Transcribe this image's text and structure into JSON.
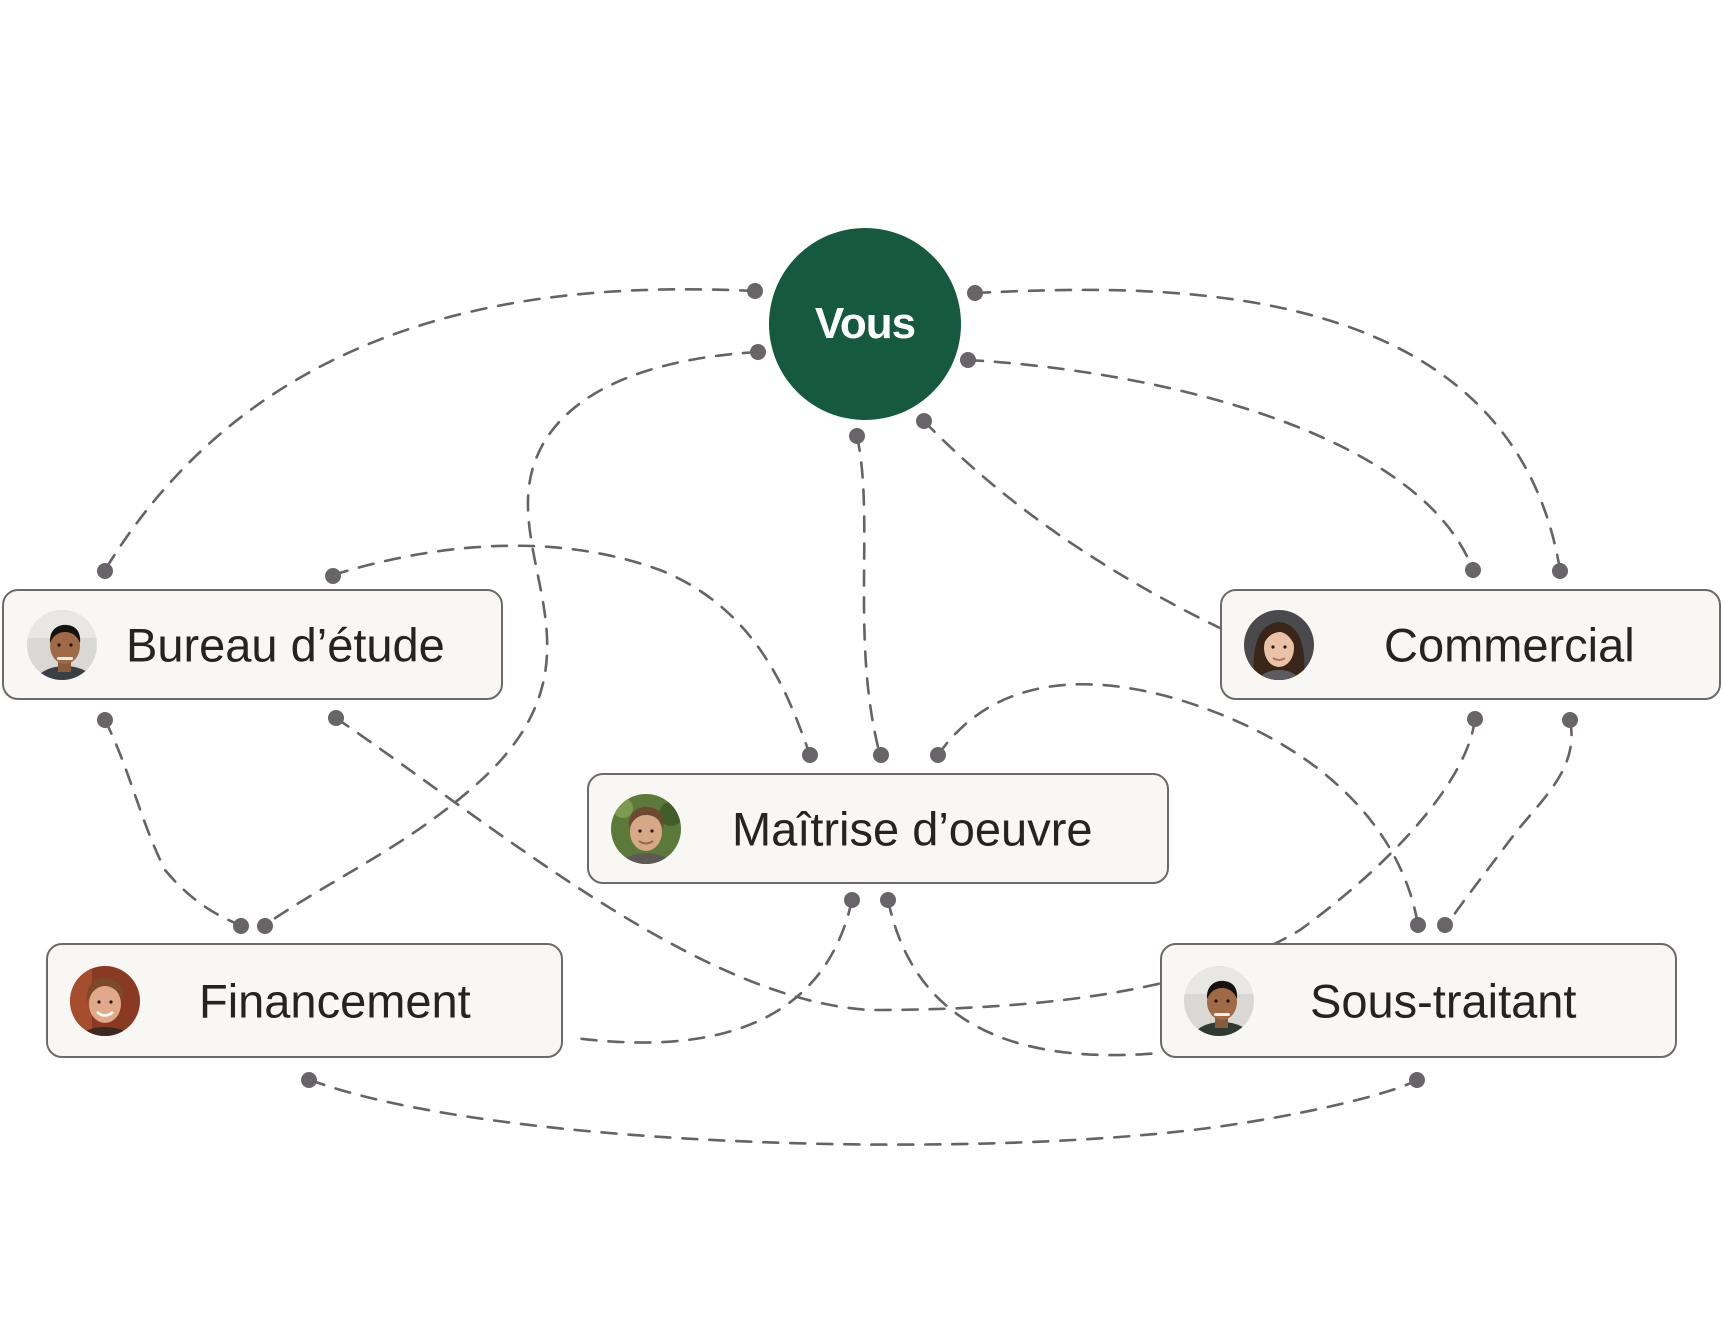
{
  "diagram": {
    "center": {
      "label": "Vous",
      "color": "#145940"
    },
    "nodes": {
      "bureau": {
        "label": "Bureau d’étude",
        "avatar": "person-avatar-1"
      },
      "commercial": {
        "label": "Commercial",
        "avatar": "person-avatar-2"
      },
      "maitrise": {
        "label": "Maîtrise d’oeuvre",
        "avatar": "person-avatar-3"
      },
      "financement": {
        "label": "Financement",
        "avatar": "person-avatar-4"
      },
      "soustraitant": {
        "label": "Sous-traitant",
        "avatar": "person-avatar-5"
      }
    },
    "connector_style": "dashed",
    "connector_color": "#666266",
    "node_background": "#f9f7f3"
  }
}
